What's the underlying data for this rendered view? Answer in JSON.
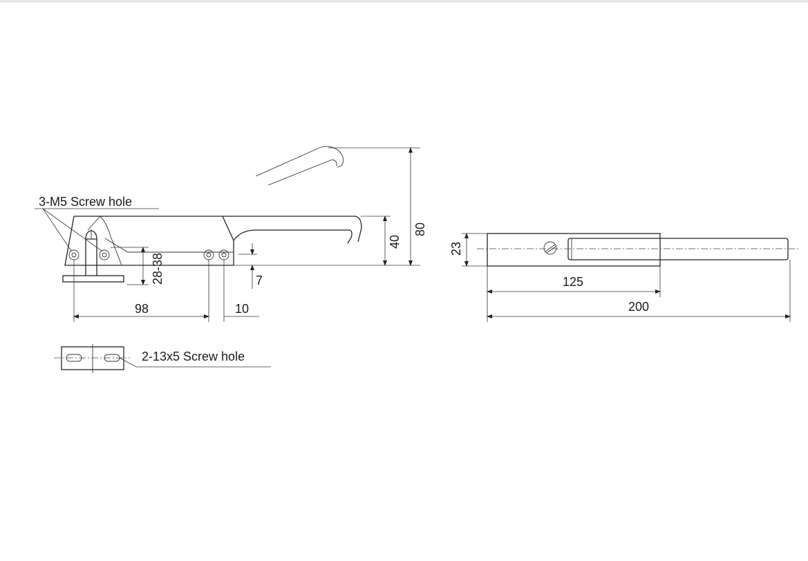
{
  "labels": {
    "screw_hole_m5": "3-M5  Screw hole",
    "screw_hole_slot": "2-13x5  Screw hole"
  },
  "dimensions": {
    "d98": "98",
    "d10": "10",
    "d7": "7",
    "d28_38": "28-38",
    "d40": "40",
    "d80": "80",
    "d23": "23",
    "d125": "125",
    "d200": "200"
  }
}
